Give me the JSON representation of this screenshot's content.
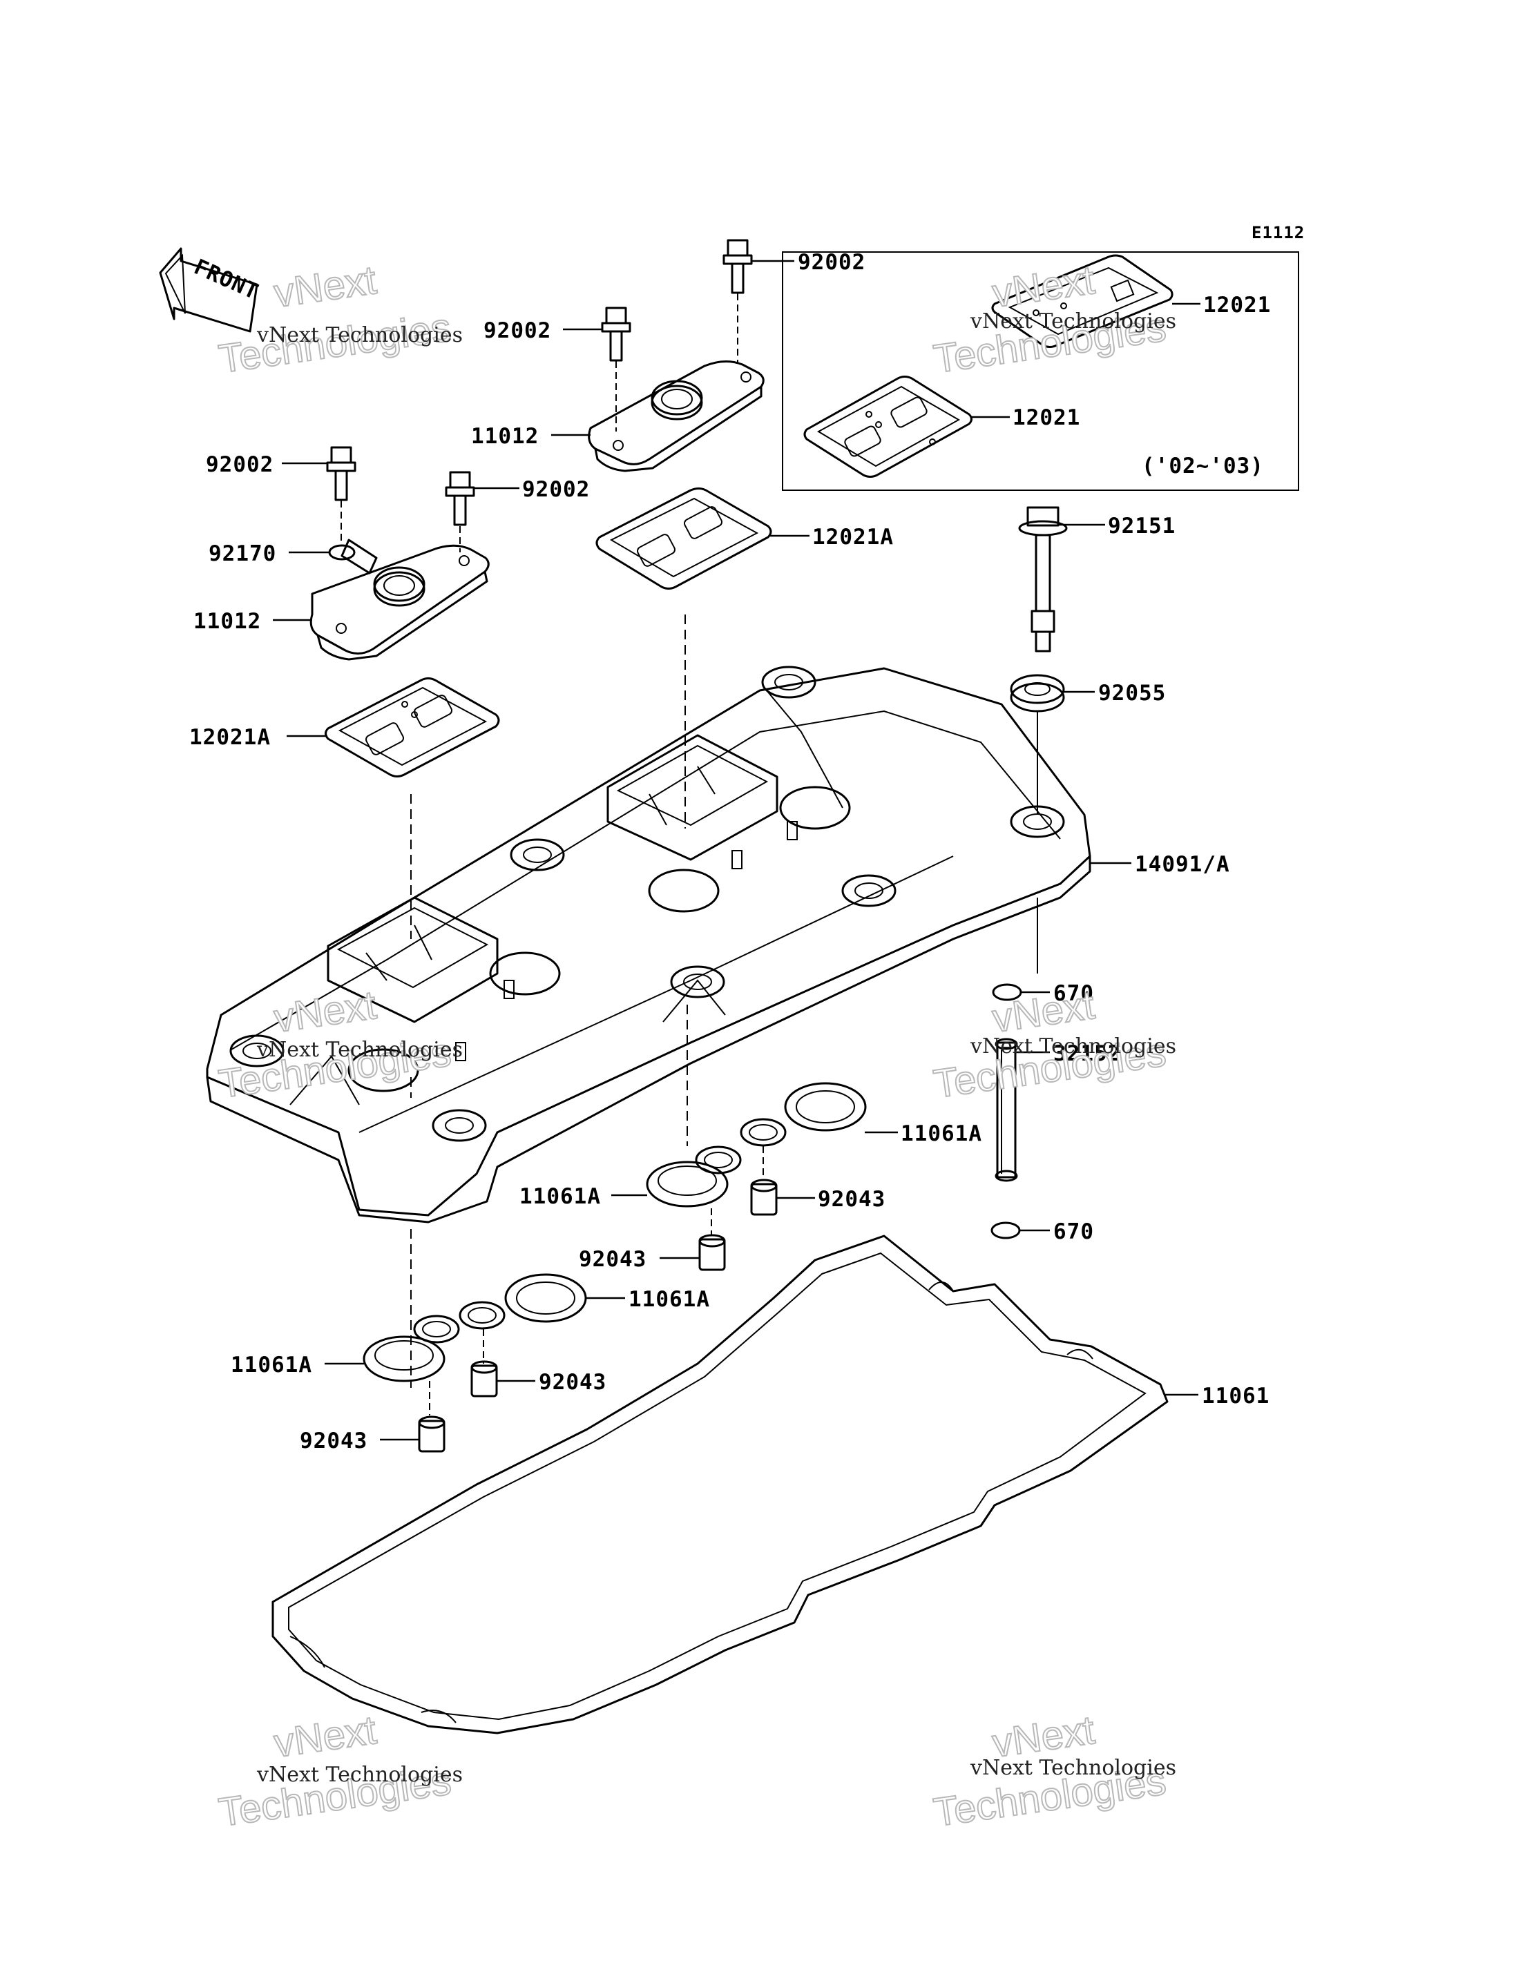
{
  "diagram_code": "E1112",
  "front_label": "FRONT",
  "version_note": "('02~'03)",
  "watermark": {
    "line1": "vNext Technologies",
    "big_top": "vNext",
    "big_bottom": "Technologies"
  },
  "labels": {
    "bolt_top": "92002",
    "bolt_mid": "92002",
    "cap_right": "11012",
    "bolt_left": "92002",
    "bolt_left2": "92002",
    "washer": "92170",
    "cap_left": "11012",
    "gasket_kit_top": "12021",
    "gasket_kit_bottom": "12021",
    "gasket_right": "12021A",
    "bolt_long": "92151",
    "grommet": "92055",
    "gasket_left": "12021A",
    "cover": "14091/A",
    "oring_top": "670",
    "pipe": "32152",
    "oring_bottom": "670",
    "seal_right_top": "11061A",
    "seal_right": "11061A",
    "collar_right": "92043",
    "collar_center": "92043",
    "seal_center": "11061A",
    "seal_left": "11061A",
    "collar_left": "92043",
    "collar_bottom_left": "92043",
    "head_gasket": "11061"
  }
}
